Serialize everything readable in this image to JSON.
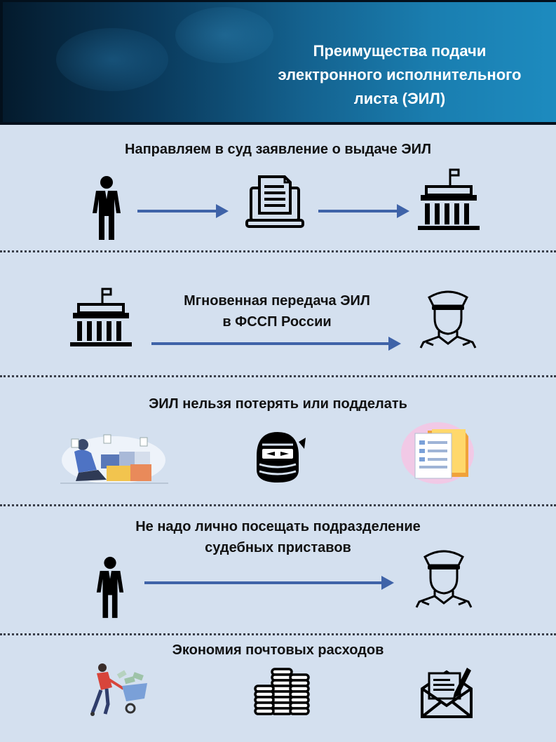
{
  "header": {
    "title_line1": "Преимущества подачи",
    "title_line2": "электронного исполнительного",
    "title_line3": "листа (ЭИЛ)"
  },
  "sections": [
    {
      "title": "Направляем в суд заявление о выдаче ЭИЛ",
      "icons": [
        "person-icon",
        "laptop-document-icon",
        "court-building-icon"
      ]
    },
    {
      "title_line1": "Мгновенная передача ЭИЛ",
      "title_line2": "в ФССП России",
      "icons": [
        "court-building-icon",
        "officer-icon"
      ]
    },
    {
      "title": "ЭИЛ нельзя потерять или подделать",
      "icons": [
        "lost-documents-illustration",
        "masked-forger-icon",
        "document-folder-illustration"
      ]
    },
    {
      "title_line1": "Не надо лично посещать подразделение",
      "title_line2": "судебных приставов",
      "icons": [
        "person-icon",
        "officer-icon"
      ]
    },
    {
      "title": "Экономия почтовых расходов",
      "icons": [
        "money-cart-illustration",
        "coin-stacks-icon",
        "envelope-letter-icon"
      ]
    }
  ],
  "colors": {
    "background": "#d4e0ef",
    "arrow": "#3f63a8",
    "header_dark": "#041a2c",
    "header_light": "#1d8bbf"
  }
}
